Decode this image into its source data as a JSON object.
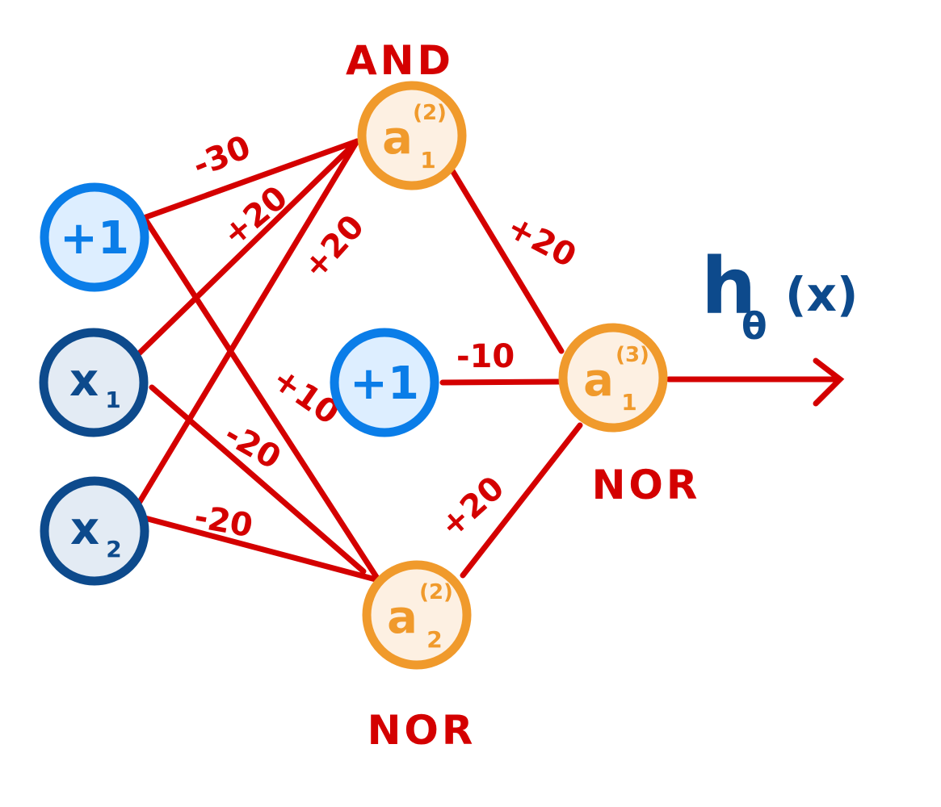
{
  "layers": {
    "input": {
      "bias": {
        "label": "+1"
      },
      "x1": {
        "base": "x",
        "sub": "1"
      },
      "x2": {
        "base": "x",
        "sub": "2"
      }
    },
    "hidden": {
      "bias": {
        "label": "+1"
      },
      "a1": {
        "base": "a",
        "sup": "(2)",
        "sub": "1",
        "gate": "AND"
      },
      "a2": {
        "base": "a",
        "sup": "(2)",
        "sub": "2",
        "gate": "NOR"
      }
    },
    "output": {
      "a1": {
        "base": "a",
        "sup": "(3)",
        "sub": "1",
        "gate": "NOR"
      }
    }
  },
  "weights": {
    "bias_a1": "-30",
    "x1_a1": "+20",
    "x2_a1": "+20",
    "bias_a2": "+10",
    "x1_a2": "-20",
    "x2_a2": "-20",
    "hbias_out": "-10",
    "a1_out": "+20",
    "a2_out": "+20"
  },
  "hypothesis": {
    "h": "h",
    "theta": "θ",
    "arg": "(x)"
  },
  "colors": {
    "edge": "#d40000",
    "bias": "#0a7de8",
    "input": "#0d4a8c",
    "hidden": "#f09a2c",
    "gate_label": "#d40000"
  }
}
